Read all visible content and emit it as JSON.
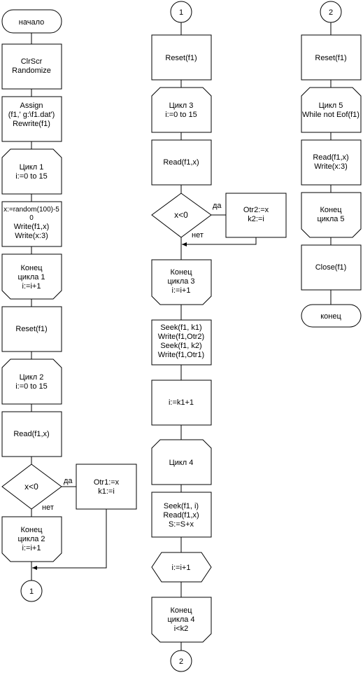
{
  "col1": {
    "start": "начало",
    "init": [
      "ClrScr",
      "Randomize"
    ],
    "assign": [
      "Assign",
      "(f1,' g:\\f1.dat')",
      "Rewrite(f1)"
    ],
    "loop1_start": [
      "Цикл 1",
      "i:=0 to 15"
    ],
    "gen": [
      "x:=random(100)-5",
      "0",
      "Write(f1,x)",
      "Write(x:3)"
    ],
    "loop1_end": [
      "Конец",
      "цикла 1",
      "i:=i+1"
    ],
    "reset": "Reset(f1)",
    "loop2_start": [
      "Цикл 2",
      "i:=0 to 15"
    ],
    "read": "Read(f1,x)",
    "cond": "x<0",
    "yes": "да",
    "no": "нет",
    "store": [
      "Otr1:=x",
      "k1:=i"
    ],
    "loop2_end": [
      "Конец",
      "цикла 2",
      "i:=i+1"
    ],
    "connector_out": "1"
  },
  "col2": {
    "connector_in": "1",
    "reset": "Reset(f1)",
    "loop3_start": [
      "Цикл 3",
      "i:=0 to 15"
    ],
    "read": "Read(f1,x)",
    "cond": "x<0",
    "yes": "да",
    "no": "нет",
    "store": [
      "Otr2:=x",
      "k2:=i"
    ],
    "loop3_end": [
      "Конец",
      "цикла 3",
      "i:=i+1"
    ],
    "swap": [
      "Seek(f1, k1)",
      "Write(f1,Otr2)",
      "Seek(f1, k2)",
      "Write(f1,Otr1)"
    ],
    "assign_i": "i:=k1+1",
    "loop4_start": "Цикл 4",
    "body": [
      "Seek(f1, i)",
      "Read(f1,x)",
      "S:=S+x"
    ],
    "inc": "i:=i+1",
    "loop4_end": [
      "Конец",
      "цикла 4",
      "i<k2"
    ],
    "connector_out": "2"
  },
  "col3": {
    "connector_in": "2",
    "reset": "Reset(f1)",
    "loop5_start": [
      "Цикл 5",
      "While not Eof(f1)"
    ],
    "readwrite": [
      "Read(f1,x)",
      "Write(x:3)"
    ],
    "loop5_end": [
      "Конец",
      "цикла 5"
    ],
    "close": "Close(f1)",
    "end": "конец"
  }
}
